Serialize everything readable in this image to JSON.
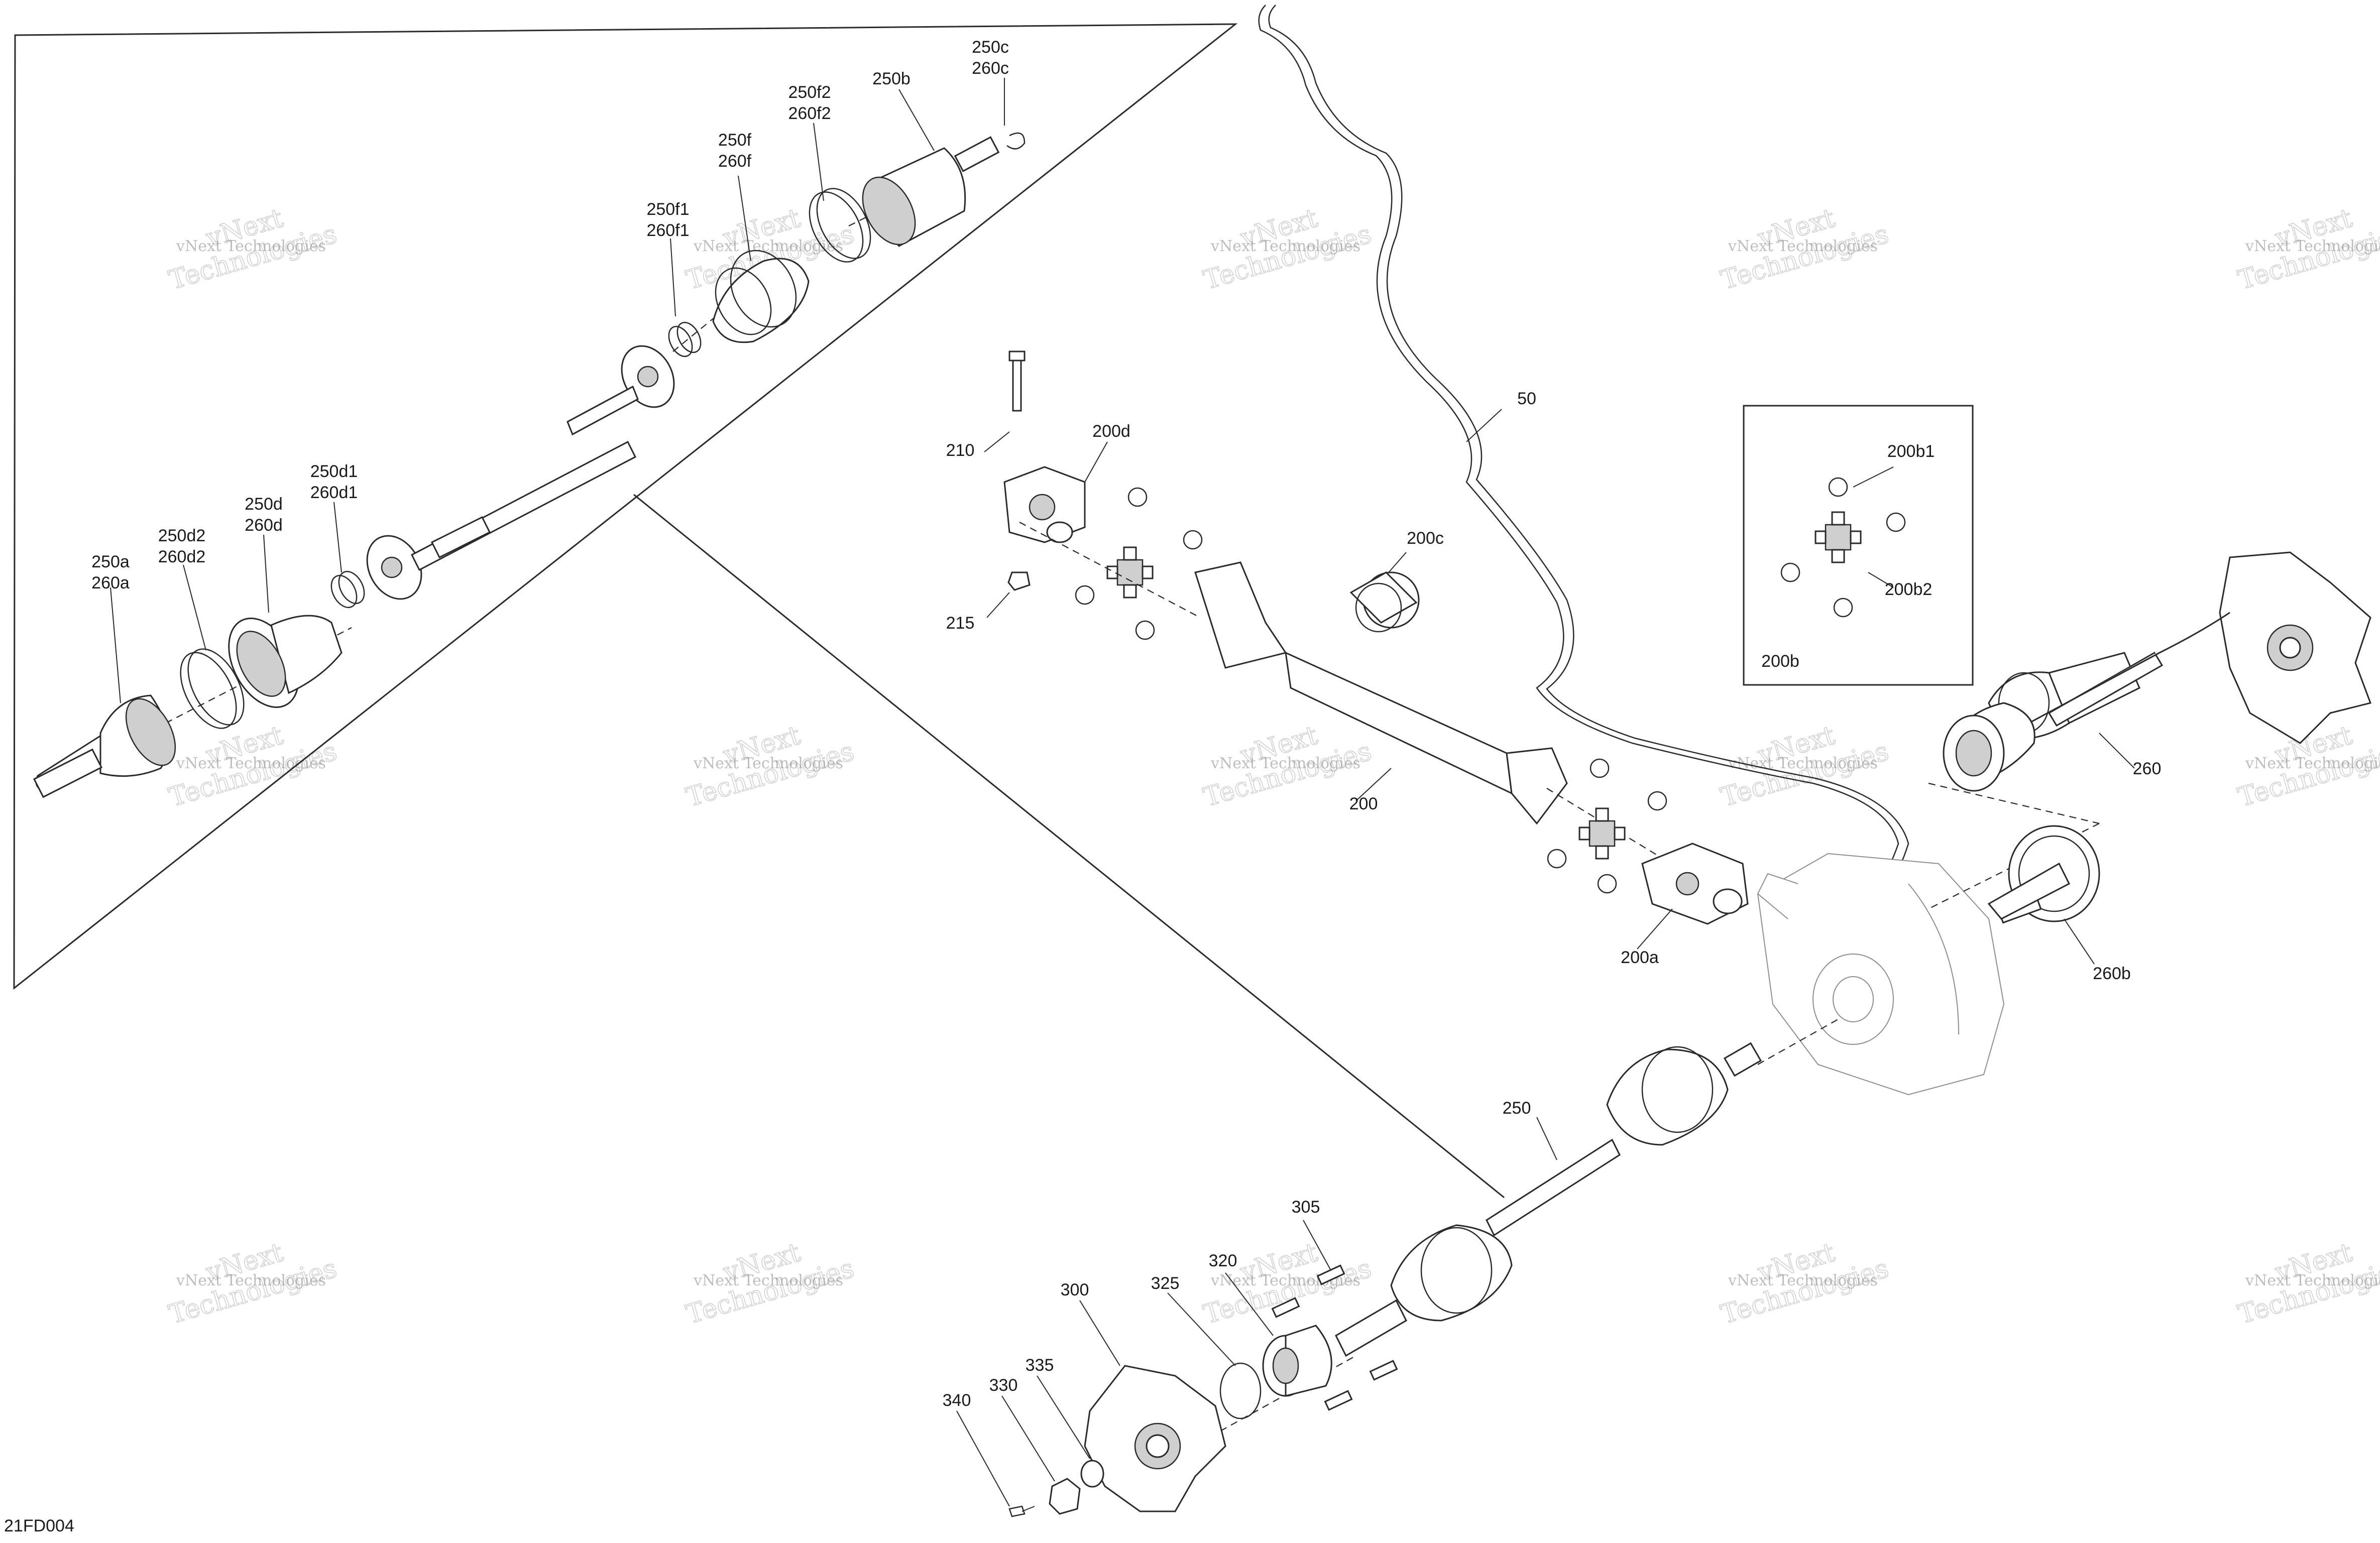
{
  "diagram_code": "21FD004",
  "labels": {
    "l_250c_260c": [
      "250c",
      "260c"
    ],
    "l_250b": [
      "250b"
    ],
    "l_250f2_260f2": [
      "250f2",
      "260f2"
    ],
    "l_250f_260f": [
      "250f",
      "260f"
    ],
    "l_250f1_260f1": [
      "250f1",
      "260f1"
    ],
    "l_250d1_260d1": [
      "250d1",
      "260d1"
    ],
    "l_250d_260d": [
      "250d",
      "260d"
    ],
    "l_250d2_260d2": [
      "250d2",
      "260d2"
    ],
    "l_250a_260a": [
      "250a",
      "260a"
    ],
    "l_50": [
      "50"
    ],
    "l_210": [
      "210"
    ],
    "l_200d": [
      "200d"
    ],
    "l_215": [
      "215"
    ],
    "l_200c": [
      "200c"
    ],
    "l_200": [
      "200"
    ],
    "l_200a": [
      "200a"
    ],
    "l_200b1": [
      "200b1"
    ],
    "l_200b2": [
      "200b2"
    ],
    "l_200b": [
      "200b"
    ],
    "l_260": [
      "260"
    ],
    "l_260b": [
      "260b"
    ],
    "l_250": [
      "250"
    ],
    "l_305": [
      "305"
    ],
    "l_320": [
      "320"
    ],
    "l_325": [
      "325"
    ],
    "l_300": [
      "300"
    ],
    "l_335": [
      "335"
    ],
    "l_330": [
      "330"
    ],
    "l_340": [
      "340"
    ]
  },
  "watermark": {
    "line_small": "vNext Technologies",
    "line_big_1": "vNext",
    "line_big_2": "Technologies"
  }
}
